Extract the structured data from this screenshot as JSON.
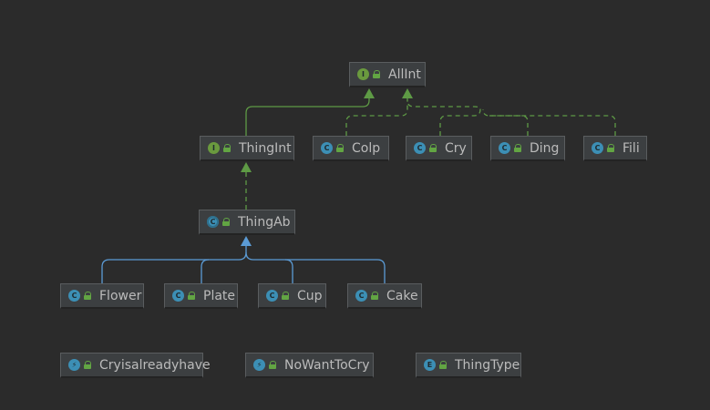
{
  "nodes": {
    "allint": {
      "name": "AllInt",
      "kind": "interface",
      "badge": "I"
    },
    "thingint": {
      "name": "ThingInt",
      "kind": "interface",
      "badge": "I"
    },
    "colp": {
      "name": "Colp",
      "kind": "class",
      "badge": "C"
    },
    "cry": {
      "name": "Cry",
      "kind": "class",
      "badge": "C"
    },
    "ding": {
      "name": "Ding",
      "kind": "class",
      "badge": "C"
    },
    "fili": {
      "name": "Fili",
      "kind": "class",
      "badge": "C"
    },
    "thingab": {
      "name": "ThingAb",
      "kind": "abstract",
      "badge": "C"
    },
    "flower": {
      "name": "Flower",
      "kind": "class",
      "badge": "C"
    },
    "plate": {
      "name": "Plate",
      "kind": "class",
      "badge": "C"
    },
    "cup": {
      "name": "Cup",
      "kind": "class",
      "badge": "C"
    },
    "cake": {
      "name": "Cake",
      "kind": "class",
      "badge": "C"
    },
    "cryisalreadyhave": {
      "name": "Cryisalreadyhave",
      "kind": "exception",
      "badge": "⚡"
    },
    "nowanttocry": {
      "name": "NoWantToCry",
      "kind": "exception",
      "badge": "⚡"
    },
    "thingtype": {
      "name": "ThingType",
      "kind": "enum",
      "badge": "E"
    }
  },
  "colors": {
    "background": "#2b2b2b",
    "node_fill": "#3c3f41",
    "text": "#bbbbbb",
    "interface_edge": "#5e9a45",
    "class_edge": "#5b9bd5"
  },
  "icons": {
    "interface": "interface-icon",
    "class": "class-icon",
    "abstract": "abstract-class-icon",
    "exception": "exception-icon",
    "enum": "enum-icon",
    "visibility": "public-lock-icon"
  }
}
